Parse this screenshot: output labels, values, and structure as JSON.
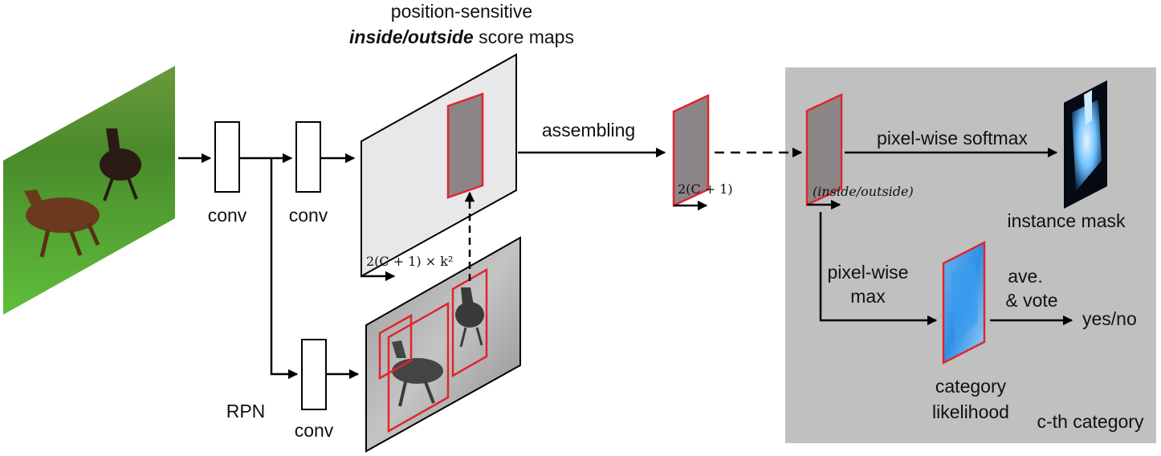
{
  "labels": {
    "title_line1": "position-sensitive",
    "title_bold": "inside/outside",
    "title_rest": "score maps",
    "conv": "conv",
    "rpn": "RPN",
    "assembling": "assembling",
    "pixelwise_softmax": "pixel-wise softmax",
    "instance_mask": "instance mask",
    "pixelwise": "pixel-wise",
    "max": "max",
    "ave": "ave.",
    "vote": "& vote",
    "yesno": "yes/no",
    "category": "category",
    "likelihood": "likelihood",
    "cth_category": "c-th category"
  },
  "math": {
    "score_maps_dims": "2(C + 1) × k²",
    "assembled_dims": "2(C + 1)",
    "inside_outside": "(inside/outside)"
  },
  "colors": {
    "panel_gray": "#c0c0c0",
    "score_map_fill": "#e8e7ea",
    "roi_fill": "#8c8587",
    "roi_border": "#e0262b",
    "mask_blue": "#2f8fe6"
  },
  "icons": {
    "input_image": "photo-of-running-horses",
    "proposal_image": "grayscale-horses-with-boxes"
  }
}
